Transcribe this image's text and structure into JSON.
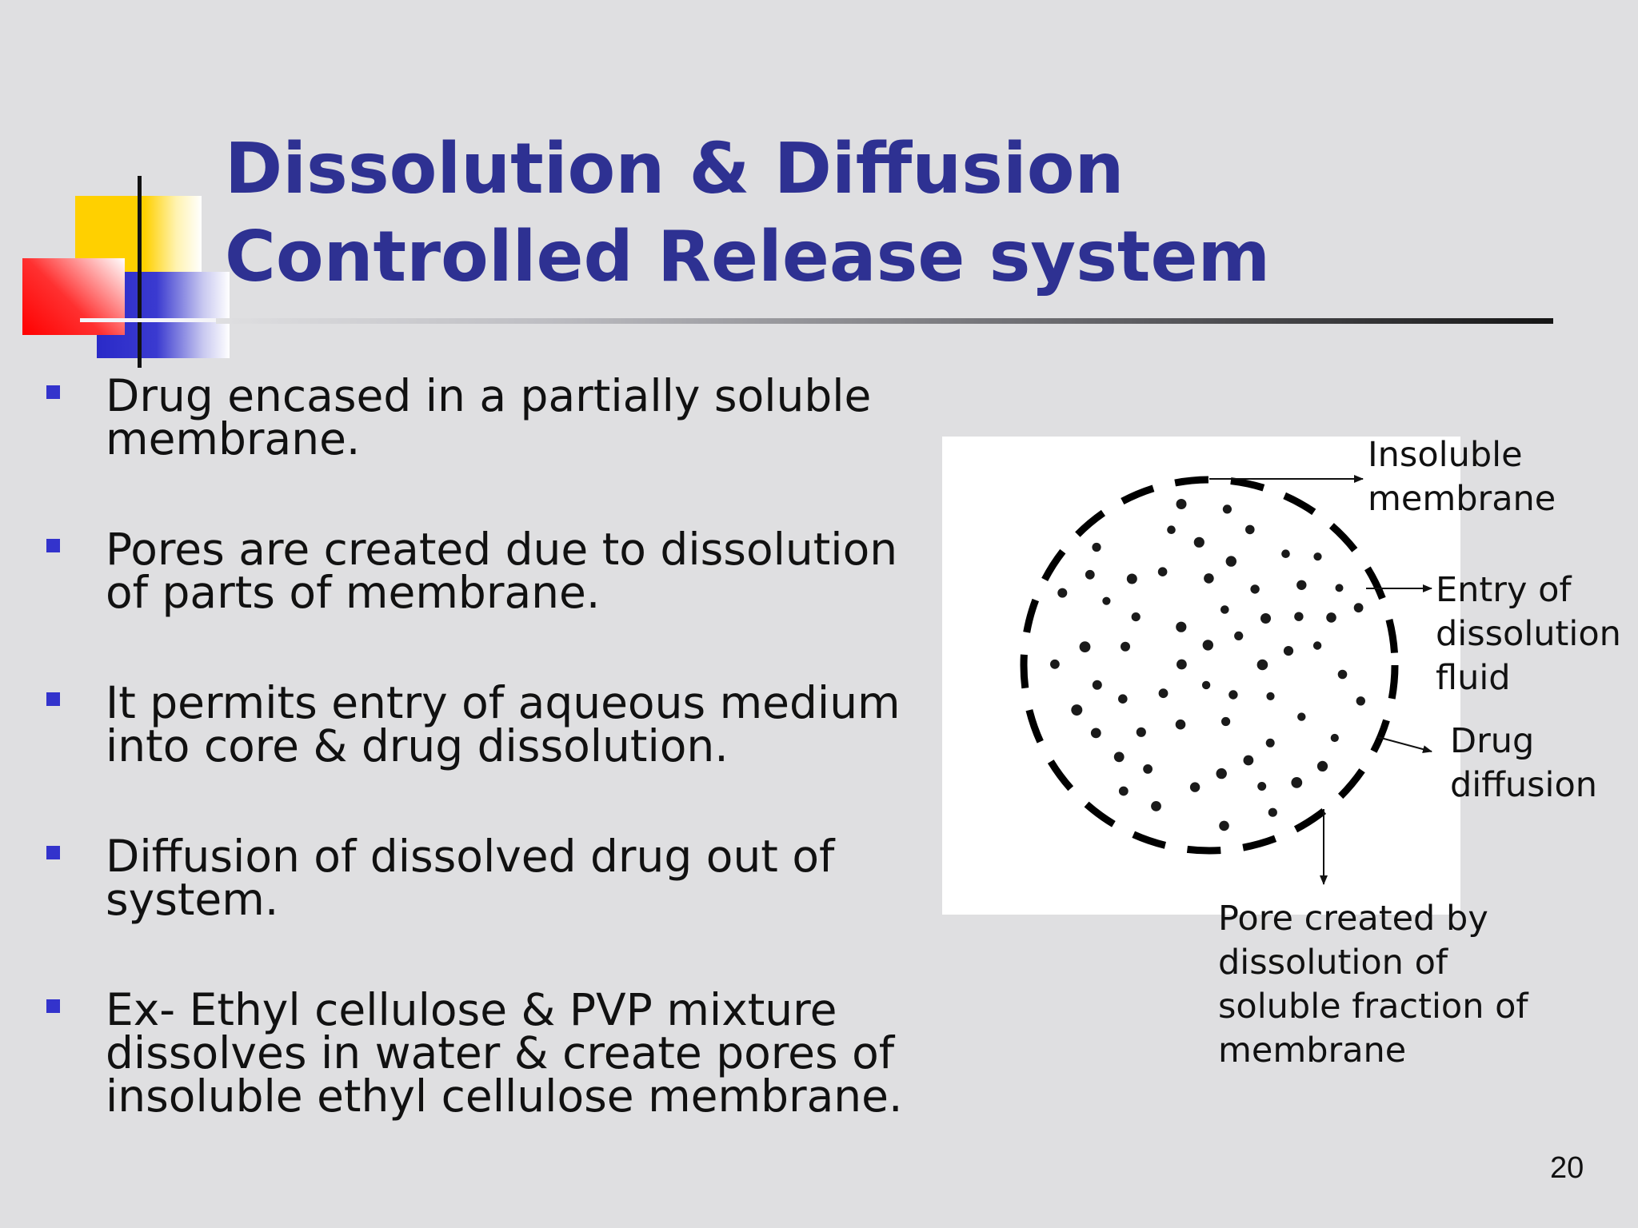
{
  "slide": {
    "title_lines": [
      "Dissolution & Diffusion",
      "Controlled Release system"
    ],
    "page_number": "20"
  },
  "bullets": [
    {
      "lines": [
        "Drug encased in a partially soluble",
        "membrane."
      ]
    },
    {
      "lines": [
        "Pores are created due to dissolution",
        "of parts of membrane."
      ]
    },
    {
      "lines": [
        "It permits entry of aqueous medium",
        "into core & drug dissolution."
      ]
    },
    {
      "lines": [
        "Diffusion of dissolved drug out of",
        "system."
      ]
    },
    {
      "lines": [
        "Ex- Ethyl cellulose & PVP mixture",
        "dissolves in water & create pores of",
        "insoluble ethyl cellulose membrane."
      ]
    }
  ],
  "diagram": {
    "labels": {
      "insoluble_membrane": [
        "Insoluble",
        "membrane"
      ],
      "entry_fluid": [
        "Entry of",
        "dissolution",
        "fluid"
      ],
      "drug_diffusion": [
        "Drug",
        "diffusion"
      ],
      "pore_created": [
        "Pore created by",
        "dissolution of",
        "soluble fraction of",
        "membrane"
      ]
    }
  },
  "colors": {
    "title": "#2e3192",
    "bullet_marker": "#3333cc",
    "background": "#dfdfe1"
  }
}
